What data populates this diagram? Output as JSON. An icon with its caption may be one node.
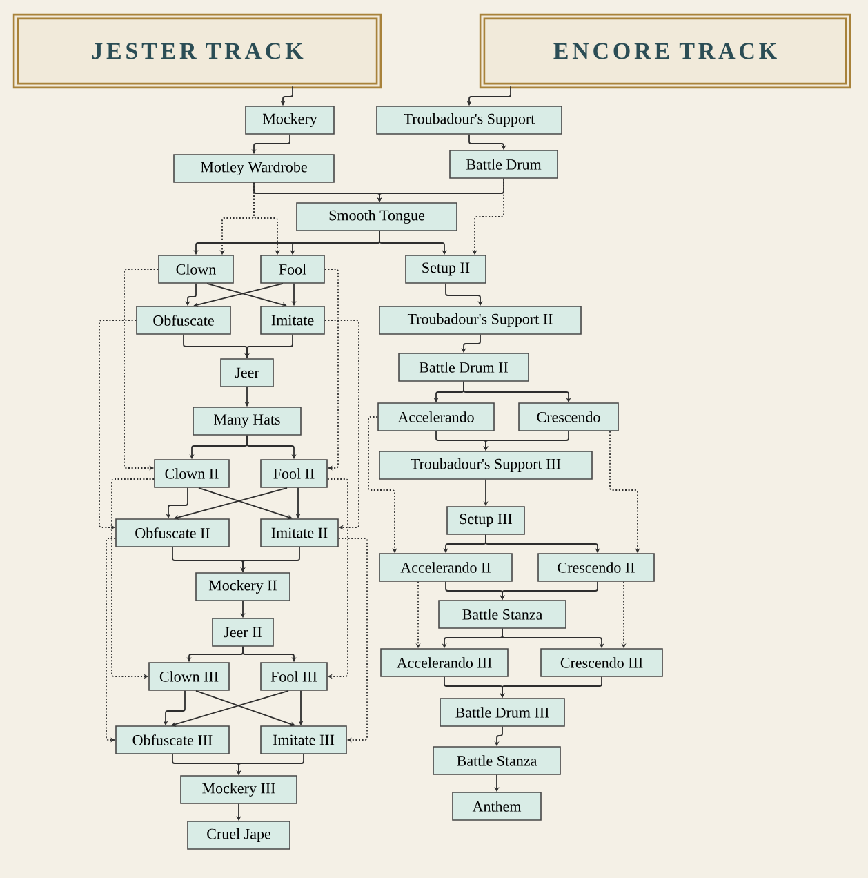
{
  "diagram": {
    "nodes": [
      {
        "text": [
          "JESTER TRACK"
        ]
      },
      {
        "text": [
          "ENCORE TRACK"
        ]
      },
      {
        "text": [
          "Mockery"
        ]
      },
      {
        "text": [
          "Motley Wardrobe"
        ]
      },
      {
        "text": [
          "Smooth Tongue"
        ]
      },
      {
        "text": [
          "Clown"
        ]
      },
      {
        "text": [
          "Fool"
        ]
      },
      {
        "text": [
          "Obfuscate"
        ]
      },
      {
        "text": [
          "Imitate"
        ]
      },
      {
        "text": [
          "Jeer"
        ]
      },
      {
        "text": [
          "Many Hats"
        ]
      },
      {
        "text": [
          "Clown II"
        ]
      },
      {
        "text": [
          "Fool II"
        ]
      },
      {
        "text": [
          "Obfuscate II"
        ]
      },
      {
        "text": [
          "Imitate II"
        ]
      },
      {
        "text": [
          "Mockery II"
        ]
      },
      {
        "text": [
          "Jeer II"
        ]
      },
      {
        "text": [
          "Clown III"
        ]
      },
      {
        "text": [
          "Fool III"
        ]
      },
      {
        "text": [
          "Obfuscate III"
        ]
      },
      {
        "text": [
          "Imitate III"
        ]
      },
      {
        "text": [
          "Mockery III"
        ]
      },
      {
        "text": [
          "Cruel Jape"
        ]
      },
      {
        "text": [
          "Troubadour's Support"
        ]
      },
      {
        "text": [
          "Battle Drum"
        ]
      },
      {
        "text": [
          "Setup II"
        ]
      },
      {
        "text": [
          "Troubadour's Support II"
        ]
      },
      {
        "text": [
          "Battle Drum II"
        ]
      },
      {
        "text": [
          "Accelerando"
        ]
      },
      {
        "text": [
          "Crescendo"
        ]
      },
      {
        "text": [
          "Troubadour's Support III"
        ]
      },
      {
        "text": [
          "Setup III"
        ]
      },
      {
        "text": [
          "Accelerando II"
        ]
      },
      {
        "text": [
          "Crescendo II"
        ]
      },
      {
        "text": [
          "Battle Stanza"
        ]
      },
      {
        "text": [
          "Accelerando III"
        ]
      },
      {
        "text": [
          "Crescendo III"
        ]
      },
      {
        "text": [
          "Battle Drum III"
        ]
      },
      {
        "text": [
          "Battle Stanza"
        ]
      },
      {
        "text": [
          "Anthem"
        ]
      }
    ],
    "edges": [
      {
        "from": 0,
        "to": 2,
        "arrow": "to"
      },
      {
        "from": 1,
        "to": 23,
        "arrow": "to"
      },
      {
        "from": 2,
        "to": 3,
        "arrow": "to"
      },
      {
        "from": 23,
        "to": 24,
        "arrow": "to"
      },
      {
        "from": 3,
        "to": 4,
        "arrow": "to"
      },
      {
        "from": 24,
        "to": 4,
        "arrow": "to"
      },
      {
        "from": 3,
        "to": 5,
        "arrow": "to",
        "style": "dashed"
      },
      {
        "from": 3,
        "to": 6,
        "arrow": "to",
        "style": "dashed"
      },
      {
        "from": 4,
        "to": 5,
        "arrow": "to"
      },
      {
        "from": 4,
        "to": 6,
        "arrow": "to"
      },
      {
        "from": 4,
        "to": 25,
        "arrow": "to"
      },
      {
        "from": 24,
        "to": 25,
        "arrow": "to",
        "style": "dashed"
      },
      {
        "from": 5,
        "to": 7,
        "arrow": "to"
      },
      {
        "from": 5,
        "to": 8,
        "arrow": "to"
      },
      {
        "from": 6,
        "to": 7,
        "arrow": "to"
      },
      {
        "from": 6,
        "to": 8,
        "arrow": "to"
      },
      {
        "from": 7,
        "to": 9,
        "arrow": "to"
      },
      {
        "from": 8,
        "to": 9,
        "arrow": "to"
      },
      {
        "from": 9,
        "to": 10,
        "arrow": "to"
      },
      {
        "from": 10,
        "to": 11,
        "arrow": "to"
      },
      {
        "from": 10,
        "to": 12,
        "arrow": "to"
      },
      {
        "from": 5,
        "to": 11,
        "arrow": "to",
        "style": "dashed"
      },
      {
        "from": 6,
        "to": 12,
        "arrow": "to",
        "style": "dashed"
      },
      {
        "from": 7,
        "to": 13,
        "arrow": "to",
        "style": "dashed"
      },
      {
        "from": 8,
        "to": 14,
        "arrow": "to",
        "style": "dashed"
      },
      {
        "from": 11,
        "to": 13,
        "arrow": "to"
      },
      {
        "from": 11,
        "to": 14,
        "arrow": "to"
      },
      {
        "from": 12,
        "to": 13,
        "arrow": "to"
      },
      {
        "from": 12,
        "to": 14,
        "arrow": "to"
      },
      {
        "from": 13,
        "to": 15,
        "arrow": "to"
      },
      {
        "from": 14,
        "to": 15,
        "arrow": "to"
      },
      {
        "from": 15,
        "to": 16,
        "arrow": "to"
      },
      {
        "from": 16,
        "to": 17,
        "arrow": "to"
      },
      {
        "from": 16,
        "to": 18,
        "arrow": "to"
      },
      {
        "from": 11,
        "to": 17,
        "arrow": "to",
        "style": "dashed"
      },
      {
        "from": 12,
        "to": 18,
        "arrow": "to",
        "style": "dashed"
      },
      {
        "from": 13,
        "to": 19,
        "arrow": "to",
        "style": "dashed"
      },
      {
        "from": 14,
        "to": 20,
        "arrow": "to",
        "style": "dashed"
      },
      {
        "from": 17,
        "to": 19,
        "arrow": "to"
      },
      {
        "from": 17,
        "to": 20,
        "arrow": "to"
      },
      {
        "from": 18,
        "to": 19,
        "arrow": "to"
      },
      {
        "from": 18,
        "to": 20,
        "arrow": "to"
      },
      {
        "from": 19,
        "to": 21,
        "arrow": "to"
      },
      {
        "from": 20,
        "to": 21,
        "arrow": "to"
      },
      {
        "from": 21,
        "to": 22,
        "arrow": "to"
      },
      {
        "from": 25,
        "to": 26,
        "arrow": "to"
      },
      {
        "from": 26,
        "to": 27,
        "arrow": "to"
      },
      {
        "from": 27,
        "to": 28,
        "arrow": "to"
      },
      {
        "from": 27,
        "to": 29,
        "arrow": "to"
      },
      {
        "from": 28,
        "to": 30,
        "arrow": "to"
      },
      {
        "from": 29,
        "to": 30,
        "arrow": "to"
      },
      {
        "from": 30,
        "to": 31,
        "arrow": "to"
      },
      {
        "from": 31,
        "to": 32,
        "arrow": "to"
      },
      {
        "from": 31,
        "to": 33,
        "arrow": "to"
      },
      {
        "from": 28,
        "to": 32,
        "arrow": "to",
        "style": "dashed"
      },
      {
        "from": 29,
        "to": 33,
        "arrow": "to",
        "style": "dashed"
      },
      {
        "from": 32,
        "to": 34,
        "arrow": "to"
      },
      {
        "from": 33,
        "to": 34,
        "arrow": "to"
      },
      {
        "from": 34,
        "to": 35,
        "arrow": "to"
      },
      {
        "from": 34,
        "to": 36,
        "arrow": "to"
      },
      {
        "from": 32,
        "to": 35,
        "arrow": "to",
        "style": "dashed"
      },
      {
        "from": 33,
        "to": 36,
        "arrow": "to",
        "style": "dashed"
      },
      {
        "from": 35,
        "to": 37,
        "arrow": "to"
      },
      {
        "from": 36,
        "to": 37,
        "arrow": "to"
      },
      {
        "from": 37,
        "to": 38,
        "arrow": "to"
      },
      {
        "from": 38,
        "to": 39,
        "arrow": "to"
      }
    ]
  }
}
